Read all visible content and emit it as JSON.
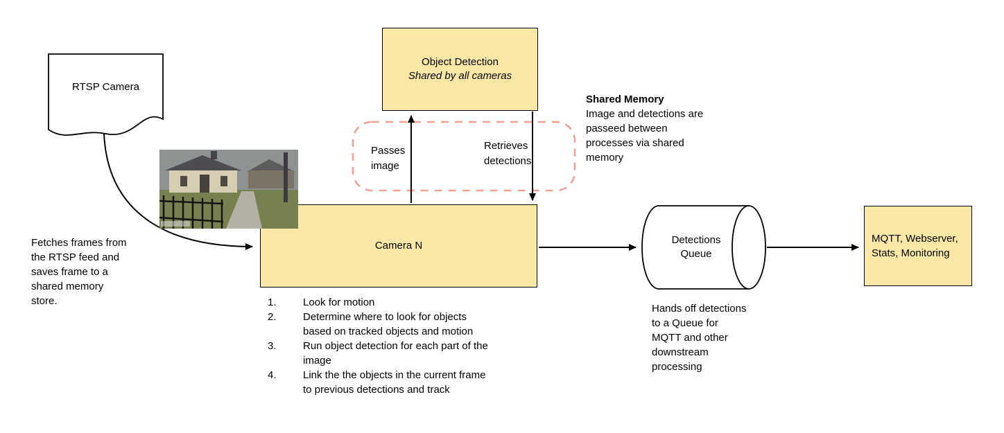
{
  "colors": {
    "node_fill": "#fce8a6",
    "node_border": "#000000",
    "shared_memory_dash": "#efa193",
    "arrow": "#000000",
    "background": "#ffffff"
  },
  "nodes": {
    "rtsp_camera": {
      "label": "RTSP Camera"
    },
    "object_detection": {
      "title": "Object Detection",
      "subtitle": "Shared by all cameras"
    },
    "camera_n": {
      "label": "Camera N"
    },
    "detections_queue": {
      "label": "Detections\nQueue"
    },
    "mqtt": {
      "label": "MQTT, Webserver,\nStats, Monitoring"
    }
  },
  "shared_memory_region": {
    "passes_label": "Passes\nimage",
    "retrieves_label": "Retrieves\ndetections"
  },
  "annotations": {
    "shared_memory_title": "Shared Memory",
    "shared_memory_body": "Image and detections are\npasseed between\nprocesses via shared\nmemory",
    "fetch_frames": "Fetches frames from\nthe RTSP feed and\nsaves frame to a\nshared memory\nstore.",
    "handoff": "Hands off detections\nto a Queue for\nMQTT and other\ndownstream\nprocessing"
  },
  "steps": [
    {
      "num": "1.",
      "text": "Look for motion"
    },
    {
      "num": "2.",
      "text": "Determine where to look for objects\nbased on tracked objects and motion"
    },
    {
      "num": "3.",
      "text": "Run object detection for each part of the\nimage"
    },
    {
      "num": "4.",
      "text": "Link the the objects in the current frame\nto previous detections and track"
    }
  ]
}
